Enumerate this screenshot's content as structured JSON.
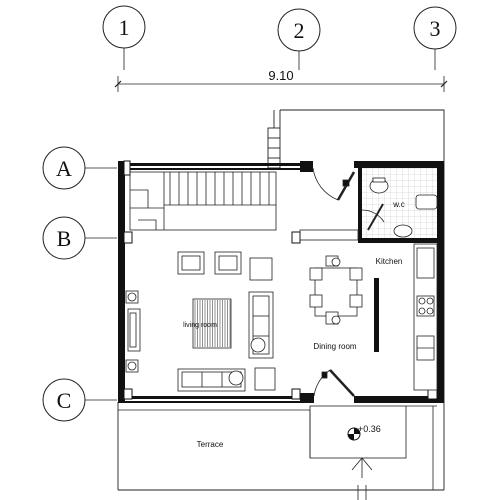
{
  "grid": {
    "columns": [
      {
        "label": "1"
      },
      {
        "label": "2"
      },
      {
        "label": "3"
      }
    ],
    "rows": [
      {
        "label": "A"
      },
      {
        "label": "B"
      },
      {
        "label": "C"
      }
    ]
  },
  "dimension": {
    "overall_width": "9.10"
  },
  "rooms": {
    "wc": "w.c",
    "kitchen": "Kitchen",
    "living": "living room",
    "dining": "Dining room",
    "terrace": "Terrace"
  },
  "level": {
    "mark": "+0.36"
  }
}
